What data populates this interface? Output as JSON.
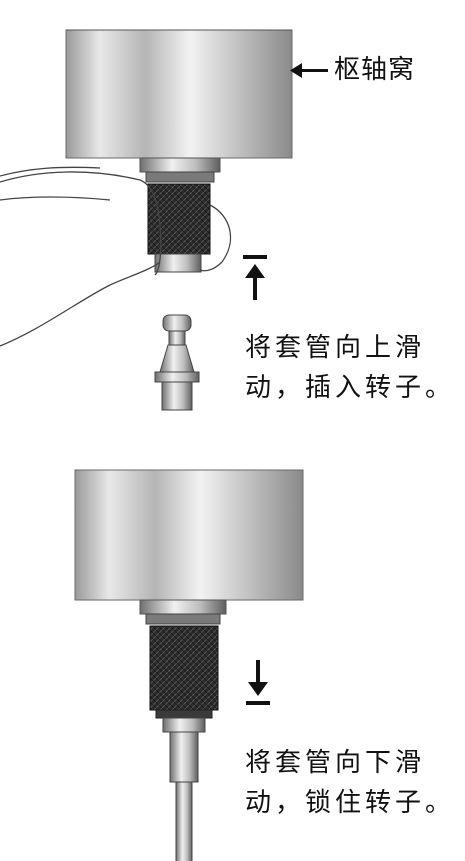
{
  "labels": {
    "pivot_socket": "枢轴窝",
    "slide_up_line1": "将套管向上滑",
    "slide_up_line2": "动，插入转子。",
    "slide_down_line1": "将套管向下滑",
    "slide_down_line2": "动，锁住转子。"
  },
  "colors": {
    "background": "#ffffff",
    "housing_metal": "#bcbcbc",
    "sleeve_dark": "#2a2a2a",
    "arrow": "#111111"
  },
  "icons": [
    "arrow-left-icon",
    "arrow-up-icon",
    "arrow-down-icon"
  ]
}
